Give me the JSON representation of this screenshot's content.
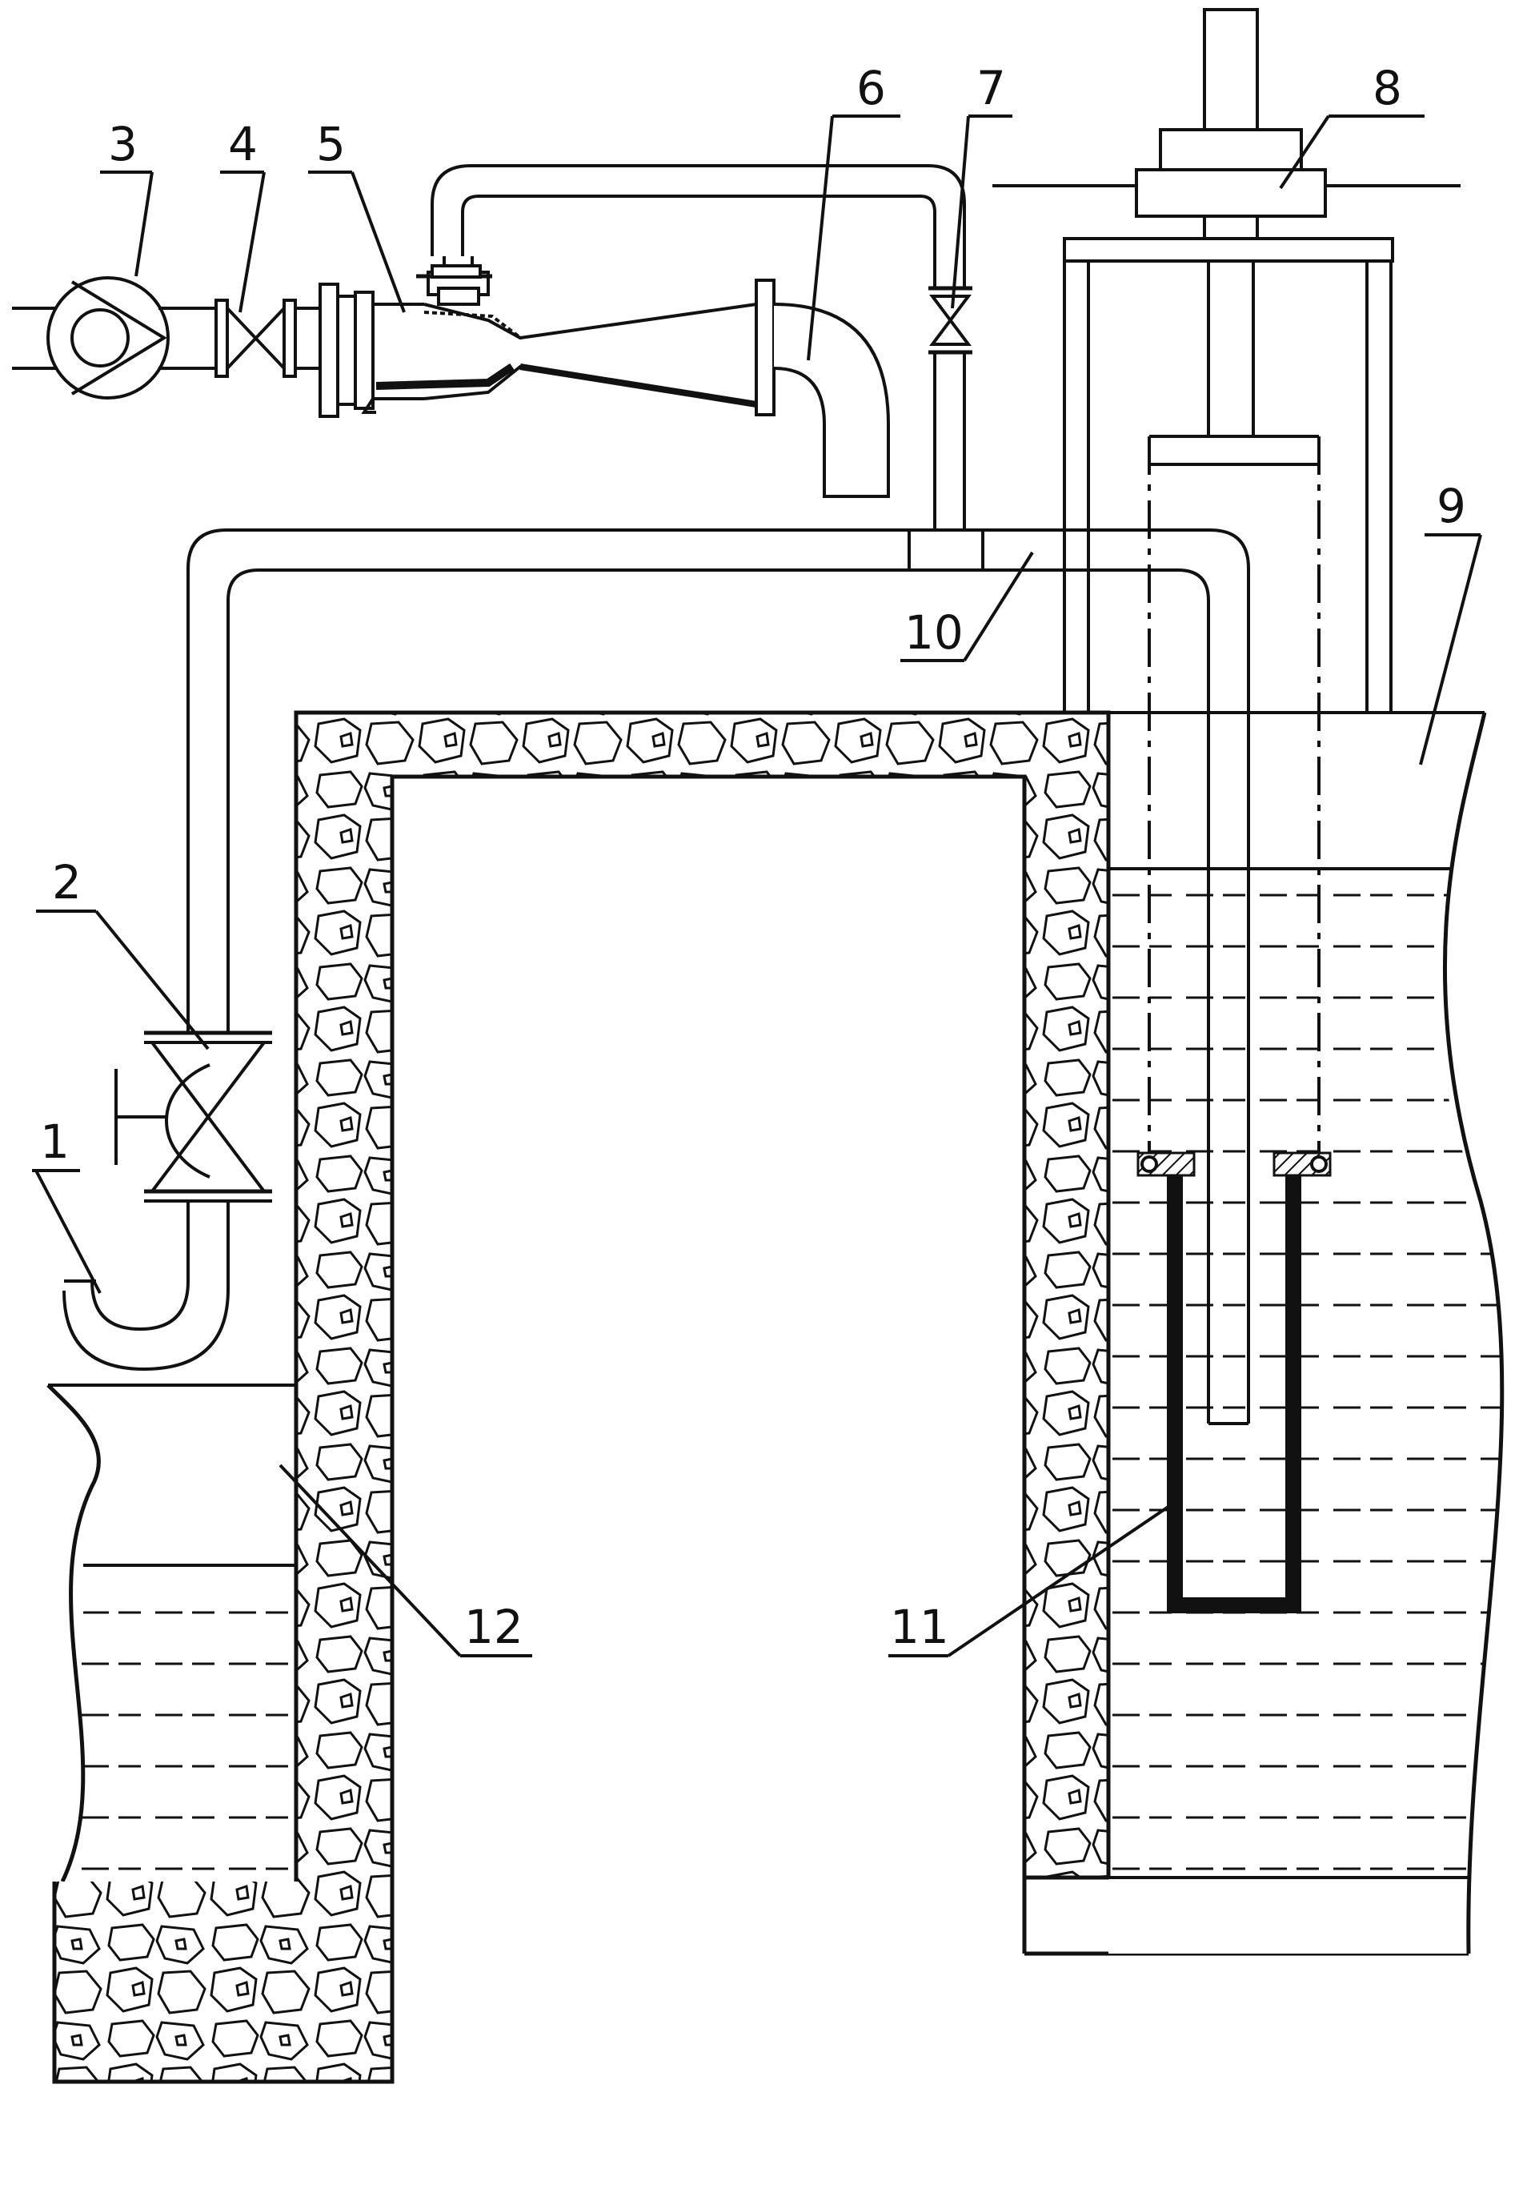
{
  "callouts": [
    {
      "id": "1",
      "label": "1",
      "part": "inlet-elbow"
    },
    {
      "id": "2",
      "label": "2",
      "part": "gate-valve"
    },
    {
      "id": "3",
      "label": "3",
      "part": "pump"
    },
    {
      "id": "4",
      "label": "4",
      "part": "valve"
    },
    {
      "id": "5",
      "label": "5",
      "part": "jet-ejector"
    },
    {
      "id": "6",
      "label": "6",
      "part": "outlet-elbow"
    },
    {
      "id": "7",
      "label": "7",
      "part": "valve"
    },
    {
      "id": "8",
      "label": "8",
      "part": "drive-unit"
    },
    {
      "id": "9",
      "label": "9",
      "part": "water-tank-right"
    },
    {
      "id": "10",
      "label": "10",
      "part": "siphon-pipe"
    },
    {
      "id": "11",
      "label": "11",
      "part": "bell-cover"
    },
    {
      "id": "12",
      "label": "12",
      "part": "water-tank-left"
    }
  ],
  "colors": {
    "line": "#111111",
    "background": "#ffffff"
  }
}
